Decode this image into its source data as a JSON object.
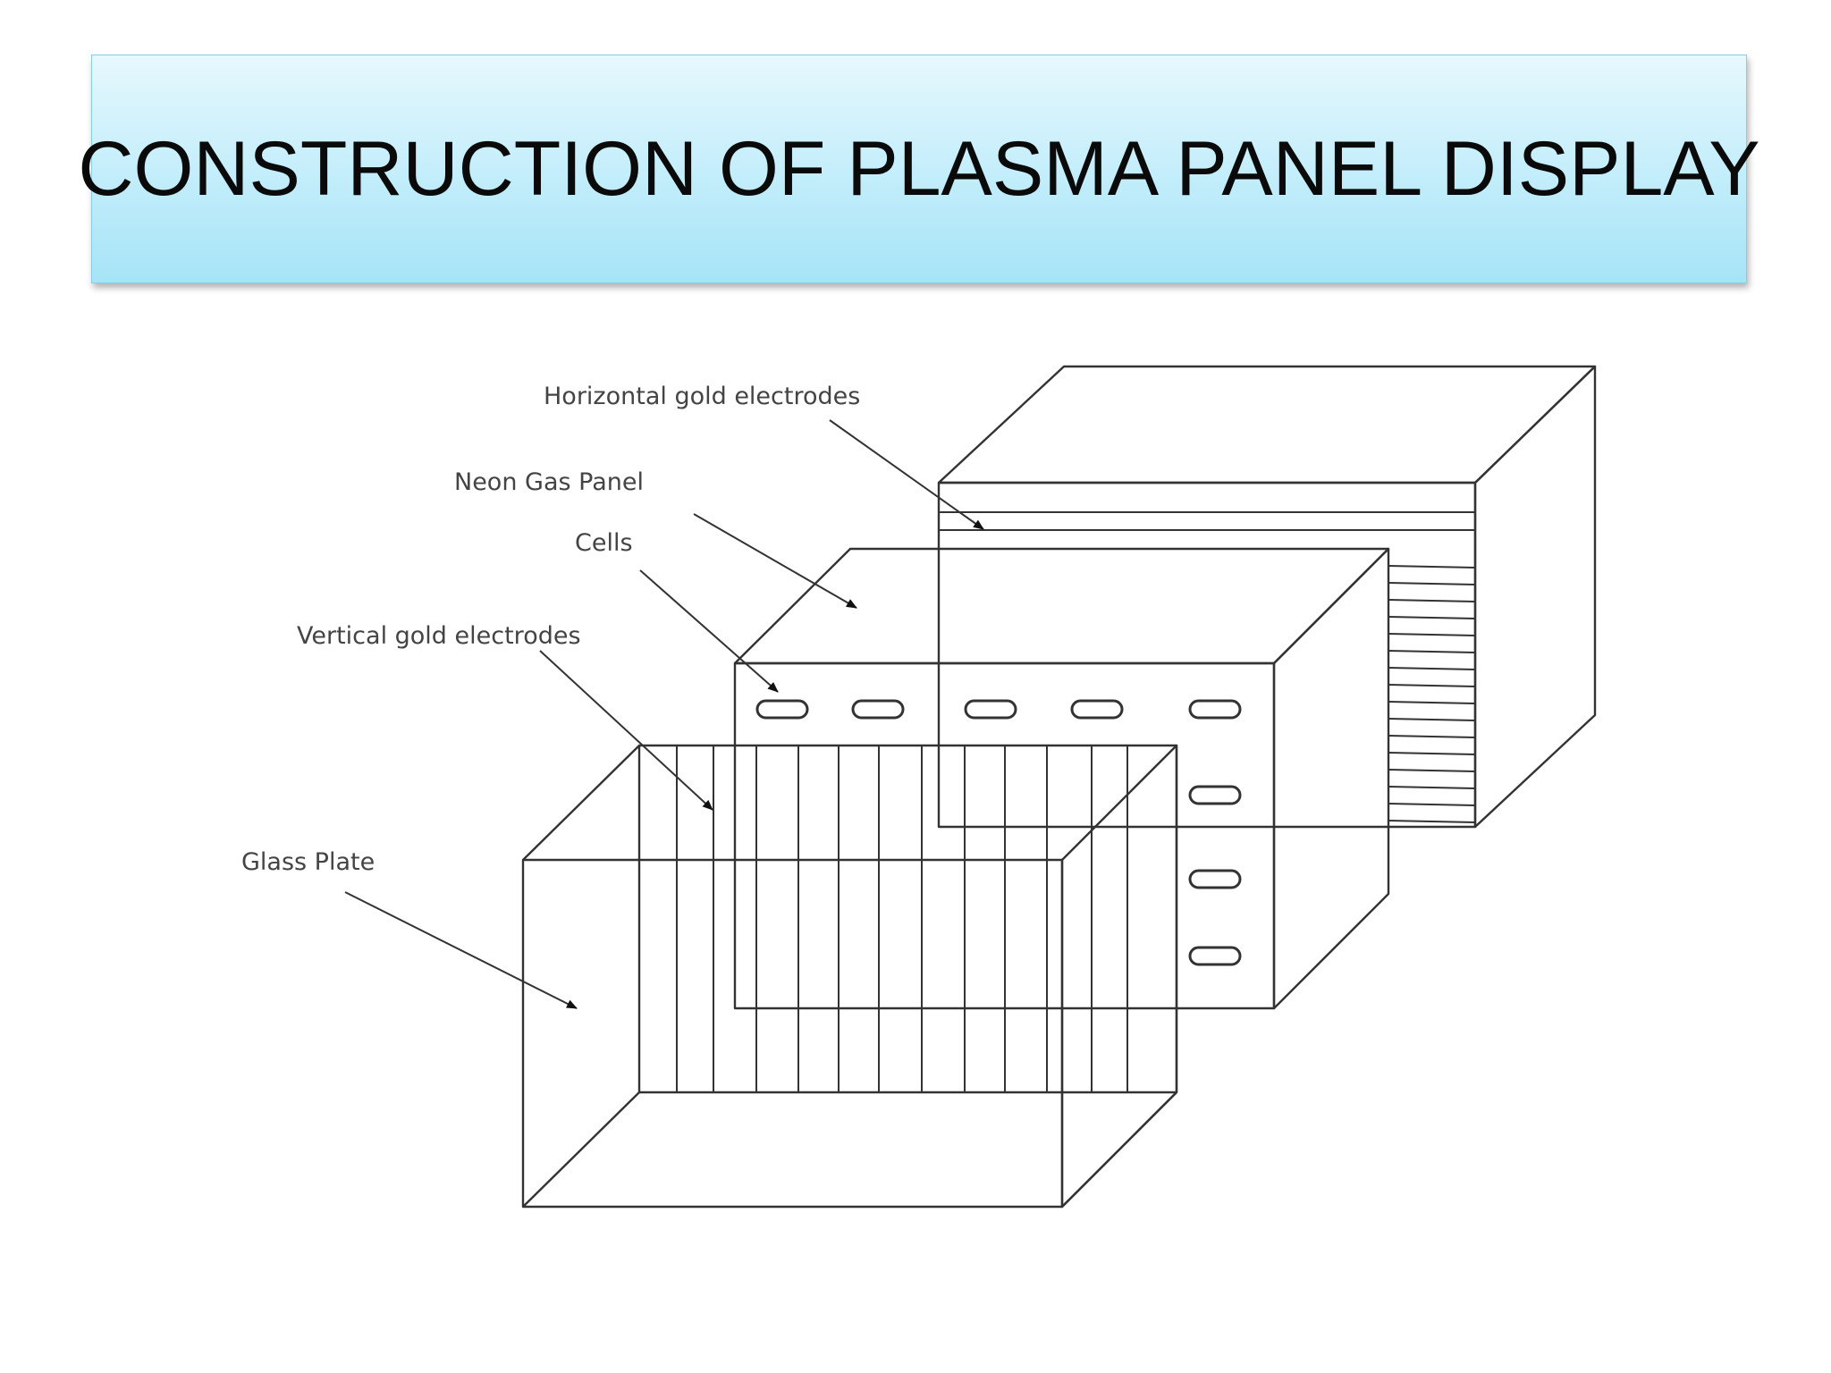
{
  "title": "CONSTRUCTION OF PLASMA PANEL DISPLAY",
  "labels": {
    "horizontal_electrodes": "Horizontal gold electrodes",
    "neon_gas_panel": "Neon Gas Panel",
    "cells": "Cells",
    "vertical_electrodes": "Vertical gold electrodes",
    "glass_plate": "Glass Plate"
  },
  "colors": {
    "title_gradient_top": "#e6f8fd",
    "title_gradient_bottom": "#a6e4f7",
    "side_face": "#cfcfcf",
    "line": "#333333"
  }
}
